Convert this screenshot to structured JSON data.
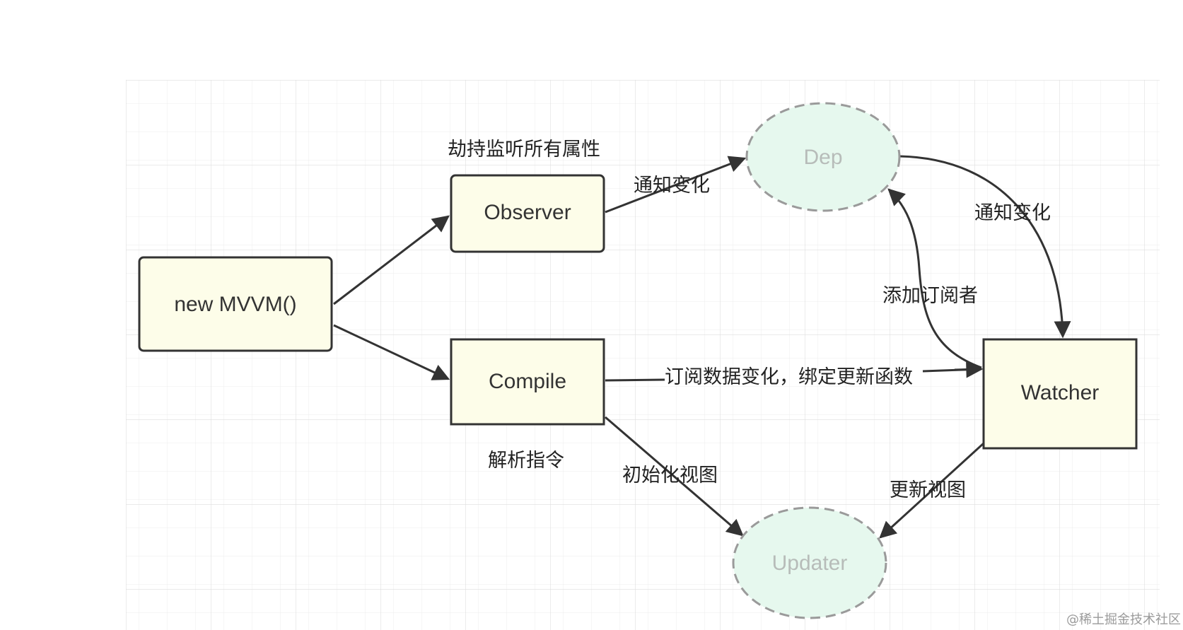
{
  "nodes": {
    "mvvm": "new MVVM()",
    "observer": "Observer",
    "compile": "Compile",
    "dep": "Dep",
    "watcher": "Watcher",
    "updater": "Updater"
  },
  "labels": {
    "observer_note": "劫持监听所有属性",
    "compile_note": "解析指令",
    "observer_to_dep": "通知变化",
    "dep_to_watcher": "通知变化",
    "watcher_to_dep": "添加订阅者",
    "compile_to_watcher": "订阅数据变化，绑定更新函数",
    "compile_to_updater": "初始化视图",
    "watcher_to_updater": "更新视图"
  },
  "watermark": "@稀土掘金技术社区",
  "colors": {
    "box_fill": "#fdfde9",
    "box_stroke": "#333333",
    "ellipse_fill": "#e6f8ee",
    "ellipse_stroke": "#999999",
    "grid": "#e6e6e6",
    "arrow": "#333333"
  }
}
